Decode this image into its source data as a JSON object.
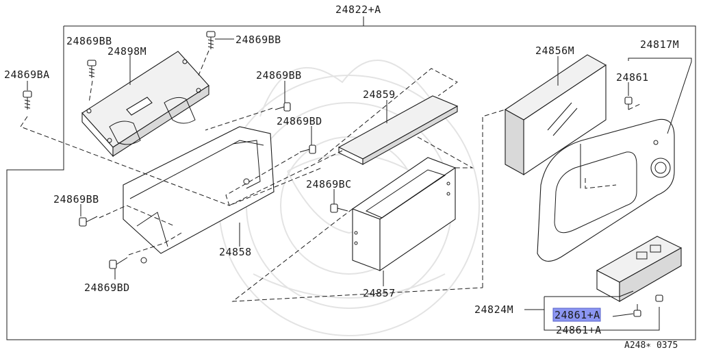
{
  "diagram": {
    "assembly_label": "24822+A",
    "footer_code": "A248∗ 0375",
    "labels": {
      "bb_top": "24869BB",
      "bb_top2": "24869BB",
      "ba": "24869BA",
      "m898": "24898M",
      "bb_mid": "24869BB",
      "bd_mid": "24869BD",
      "p24859": "24859",
      "bc": "24869BC",
      "bb_left": "24869BB",
      "p24858": "24858",
      "bd_low": "24869BD",
      "p24857": "24857",
      "m856": "24856M",
      "m817": "24817M",
      "p24861": "24861",
      "m824": "24824M",
      "p24861a_hl": "24861+A",
      "p24861a": "24861+A"
    },
    "highlight_color": "#8c96f2"
  }
}
